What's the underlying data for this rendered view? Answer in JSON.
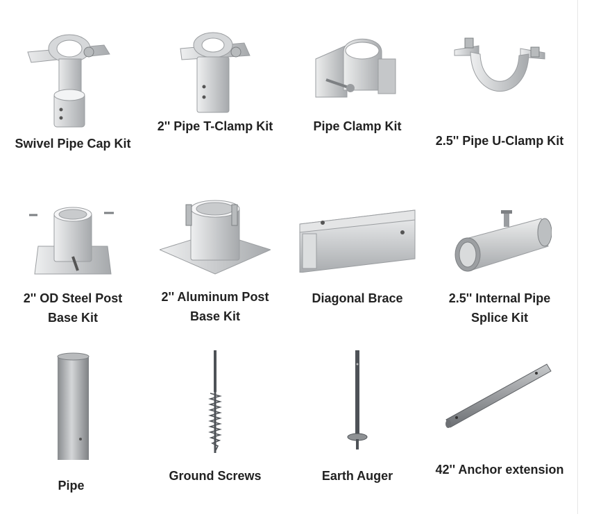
{
  "products": [
    {
      "label": "Swivel Pipe Cap Kit",
      "icon": "swivel-pipe-cap-icon"
    },
    {
      "label": "2'' Pipe T-Clamp Kit",
      "icon": "t-clamp-icon"
    },
    {
      "label": "Pipe Clamp Kit",
      "icon": "pipe-clamp-icon"
    },
    {
      "label": "2.5'' Pipe U-Clamp Kit",
      "icon": "u-clamp-icon"
    },
    {
      "label": "2'' OD Steel Post Base Kit",
      "icon": "steel-post-base-icon"
    },
    {
      "label": "2'' Aluminum Post Base Kit",
      "icon": "aluminum-post-base-icon"
    },
    {
      "label": "Diagonal Brace",
      "icon": "diagonal-brace-icon"
    },
    {
      "label": "2.5'' Internal Pipe Splice Kit",
      "icon": "pipe-splice-icon"
    },
    {
      "label": "Pipe",
      "icon": "pipe-icon"
    },
    {
      "label": "Ground Screws",
      "icon": "ground-screw-icon"
    },
    {
      "label": "Earth Auger",
      "icon": "earth-auger-icon"
    },
    {
      "label": "42'' Anchor extension",
      "icon": "anchor-extension-icon"
    }
  ],
  "colors": {
    "label": "#222222",
    "metal": "#c9cbcd",
    "metal_dark": "#8e9194",
    "background": "#ffffff"
  }
}
